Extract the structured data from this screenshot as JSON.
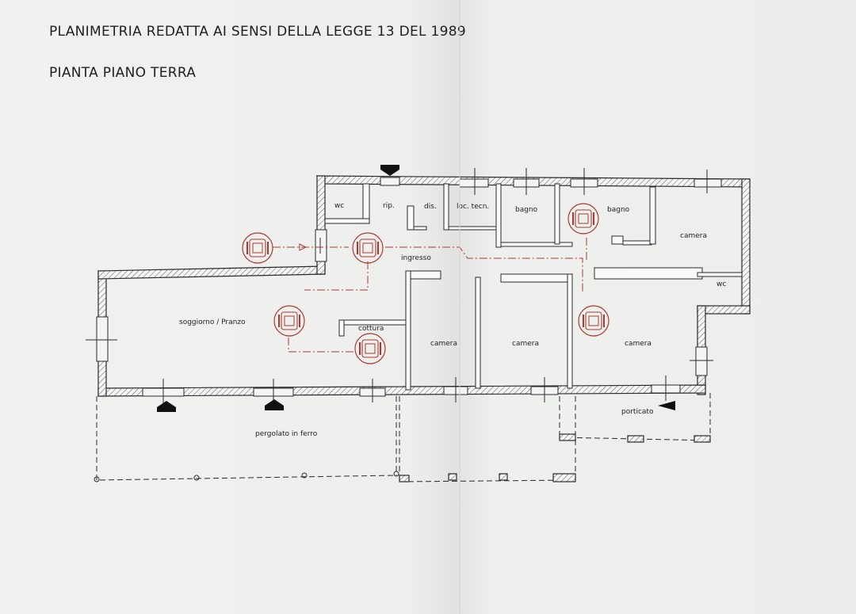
{
  "header": {
    "title": "PLANIMETRIA REDATTA AI SENSI DELLA LEGGE 13 DEL 1989",
    "subtitle": "PIANTA PIANO TERRA"
  },
  "rooms": {
    "wc_1": "wc",
    "rip": "rip.",
    "dis": "dis.",
    "loc_tecn": "loc. tecn.",
    "bagno_1": "bagno",
    "bagno_2": "bagno",
    "camera_ne": "camera",
    "wc_2": "wc",
    "ingresso": "ingresso",
    "soggiorno": "soggiorno / Pranzo",
    "cottura": "cottura",
    "camera_1": "camera",
    "camera_2": "camera",
    "camera_3": "camera",
    "porticato": "porticato",
    "pergolato": "pergolato in ferro"
  },
  "colors": {
    "ink": "#2a2a2a",
    "accessibility_route": "#a83a32",
    "paper": "#eeefed"
  },
  "icons": [
    "wheelchair-icon",
    "entrance-arrow-icon"
  ]
}
